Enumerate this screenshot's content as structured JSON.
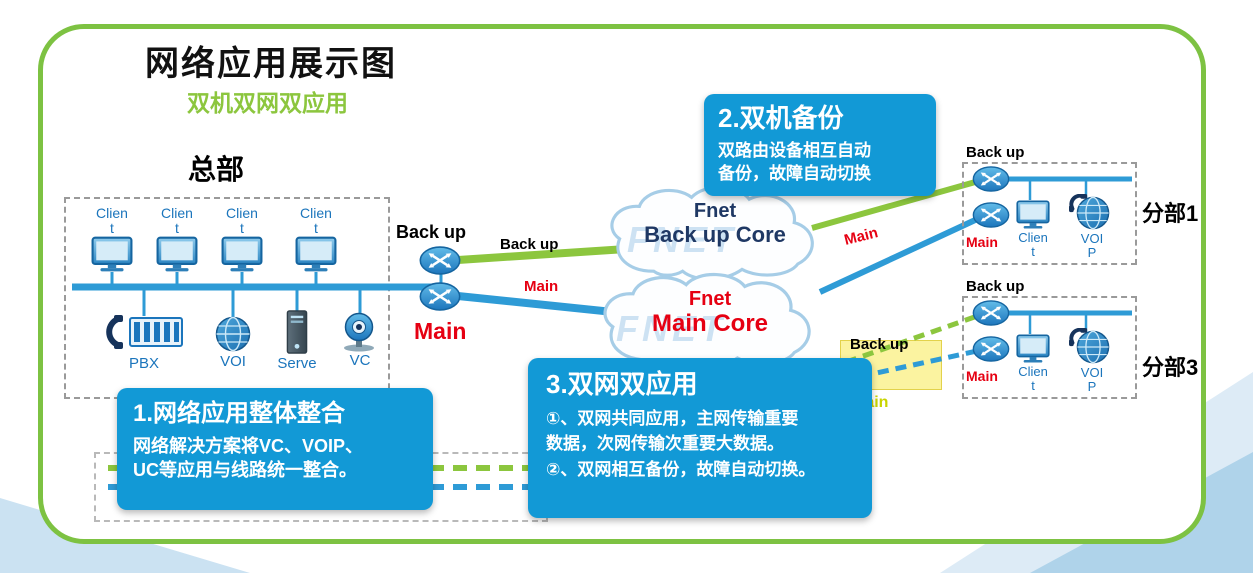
{
  "colors": {
    "border_green": "#7DC242",
    "callout_blue": "#1299D6",
    "line_blue": "#2E9BD6",
    "line_green": "#8CC63E",
    "label_red": "#E60012",
    "device_blue": "#1B75BC",
    "highlight_yellow": "#FBF3A0"
  },
  "header": {
    "title": "网络应用展示图",
    "subtitle": "双机双网双应用"
  },
  "headquarters": {
    "label": "总部",
    "clients": [
      {
        "line1": "Clien",
        "line2": "t"
      },
      {
        "line1": "Clien",
        "line2": "t"
      },
      {
        "line1": "Clien",
        "line2": "t"
      },
      {
        "line1": "Clien",
        "line2": "t"
      }
    ],
    "devices": {
      "pbx": "PBX",
      "voip": "VOI",
      "server": "Serve",
      "vc": "VC"
    }
  },
  "hq_links": {
    "backup_router": "Back up",
    "main_router": "Main",
    "backup_line": "Back up",
    "main_line": "Main"
  },
  "clouds": {
    "backup": {
      "name": "Fnet",
      "role": "Back up Core",
      "watermark": "FNET"
    },
    "main": {
      "name": "Fnet",
      "role": "Main Core",
      "watermark": "FNET"
    }
  },
  "branch_links": {
    "branch1_main": "Main",
    "branch3_backup": "Back up",
    "branch3_main": "Main"
  },
  "branches": [
    {
      "name": "分部1",
      "backup": "Back up",
      "main": "Main",
      "client1": "Clien",
      "client2": "t",
      "voip1": "VOI",
      "voip2": "P"
    },
    {
      "name": "分部3",
      "backup": "Back up",
      "main": "Main",
      "client1": "Clien",
      "client2": "t",
      "voip1": "VOI",
      "voip2": "P"
    }
  ],
  "callouts": {
    "c1": {
      "title": "1.网络应用整体整合",
      "body": "网络解决方案将VC、VOIP、\nUC等应用与线路统一整合。"
    },
    "c2": {
      "title": "2.双机备份",
      "body": "双路由设备相互自动\n备份，故障自动切换"
    },
    "c3": {
      "title": "3.双网双应用",
      "body": "①、双网共同应用，主网传输重要\n数据，次网传输次重要大数据。\n②、双网相互备份，故障自动切换。"
    }
  }
}
